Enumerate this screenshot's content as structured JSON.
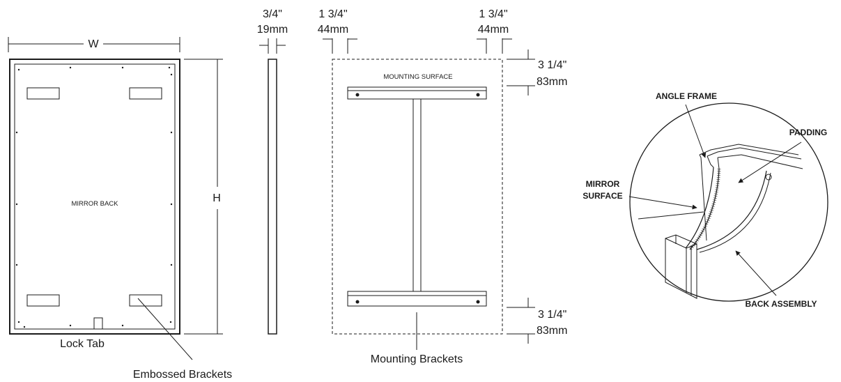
{
  "mirror_back": {
    "width_label": "W",
    "height_label": "H",
    "back_label": "MIRROR BACK",
    "lock_tab_label": "Lock Tab",
    "embossed_label": "Embossed Brackets"
  },
  "side_view": {
    "thickness_in": "3/4\"",
    "thickness_mm": "19mm"
  },
  "mounting": {
    "left_offset_in": "1 3/4\"",
    "left_offset_mm": "44mm",
    "right_offset_in": "1 3/4\"",
    "right_offset_mm": "44mm",
    "top_offset_in": "3 1/4\"",
    "top_offset_mm": "83mm",
    "bottom_offset_in": "3 1/4\"",
    "bottom_offset_mm": "83mm",
    "surface_label": "MOUNTING SURFACE",
    "brackets_label": "Mounting Brackets"
  },
  "detail": {
    "angle_frame": "ANGLE FRAME",
    "padding": "PADDING",
    "mirror_line1": "MIRROR",
    "mirror_line2": "SURFACE",
    "back_assembly": "BACK ASSEMBLY"
  }
}
